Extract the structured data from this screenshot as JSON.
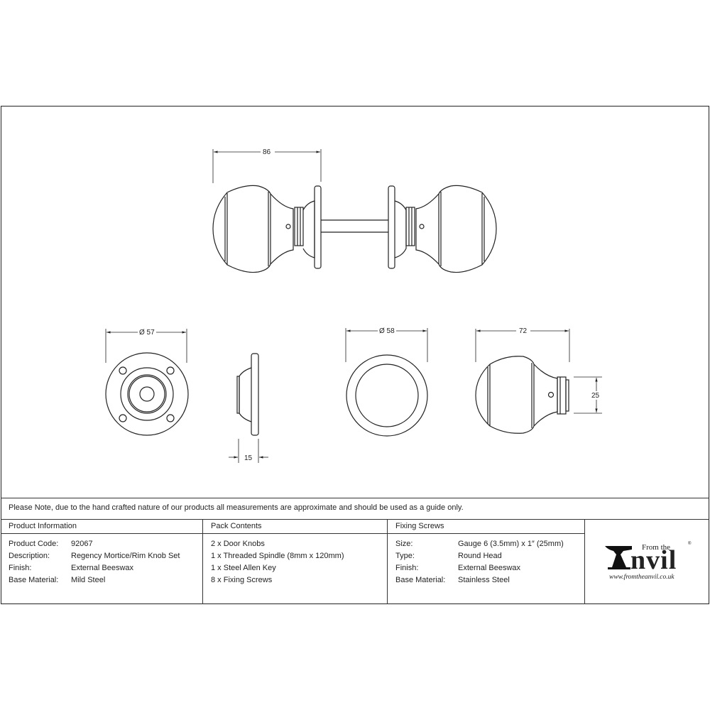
{
  "drawing": {
    "dimensions": {
      "knob_set_length": "86",
      "rose_diameter": "Ø 57",
      "rose_depth": "15",
      "knob_face_diameter": "Ø 58",
      "knob_length": "72",
      "neck_diameter": "25"
    }
  },
  "note": "Please Note, due to the hand crafted nature of our products all measurements are approximate and should be used as a guide only.",
  "product_information": {
    "header": "Product Information",
    "rows": [
      {
        "label": "Product Code:",
        "value": "92067"
      },
      {
        "label": "Description:",
        "value": "Regency Mortice/Rim Knob Set"
      },
      {
        "label": "Finish:",
        "value": "External Beeswax"
      },
      {
        "label": "Base Material:",
        "value": "Mild Steel"
      }
    ]
  },
  "pack_contents": {
    "header": "Pack Contents",
    "items": [
      "2 x Door Knobs",
      "1 x Threaded Spindle (8mm x 120mm)",
      "1 x Steel Allen Key",
      "8 x Fixing Screws"
    ]
  },
  "fixing_screws": {
    "header": "Fixing Screws",
    "rows": [
      {
        "label": "Size:",
        "value": "Gauge 6 (3.5mm) x 1″ (25mm)"
      },
      {
        "label": "Type:",
        "value": "Round Head"
      },
      {
        "label": "Finish:",
        "value": "External Beeswax"
      },
      {
        "label": "Base Material:",
        "value": "Stainless Steel"
      }
    ]
  },
  "logo": {
    "from_text": "From the",
    "brand": "Anvil",
    "registered": "®",
    "url": "www.fromtheanvil.co.uk"
  }
}
